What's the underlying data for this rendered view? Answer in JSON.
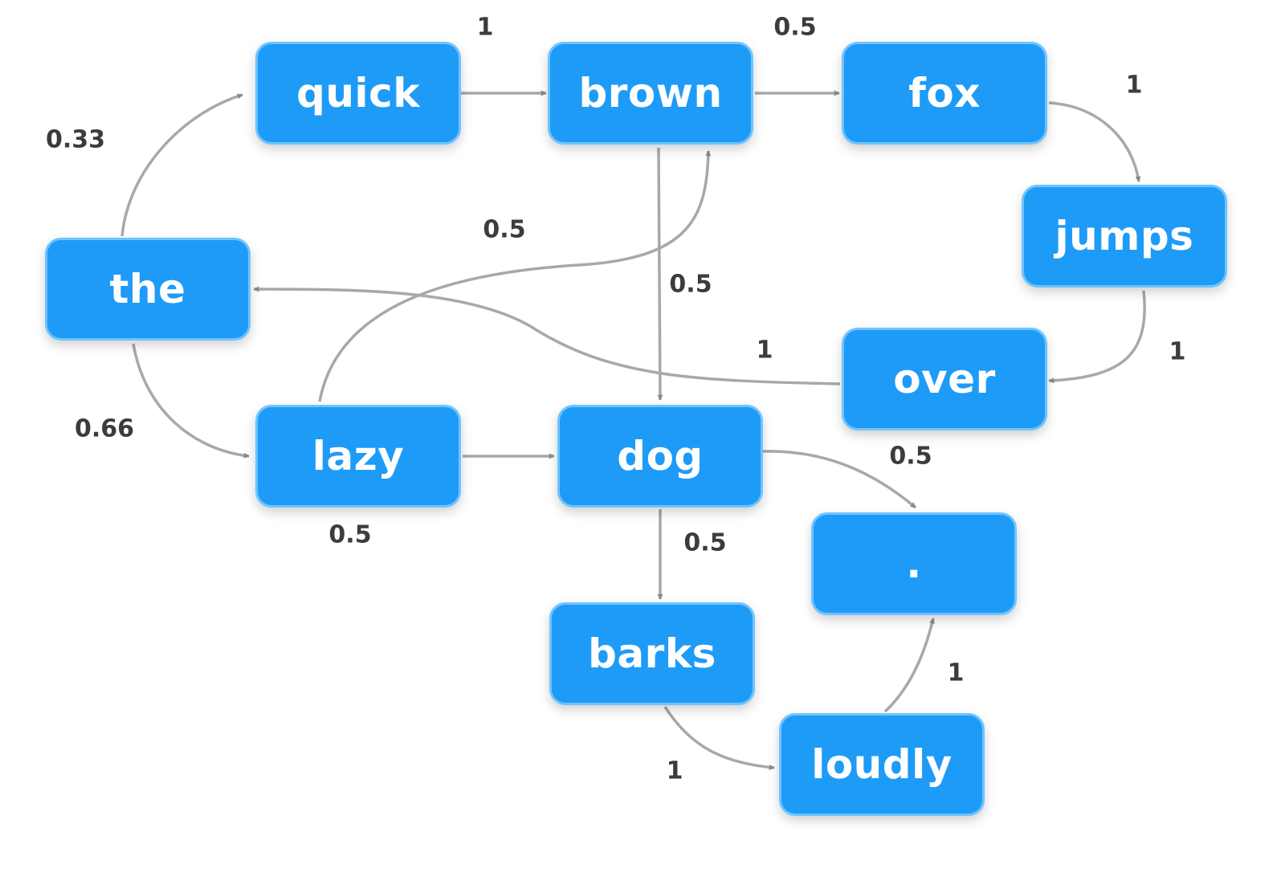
{
  "nodes": {
    "the": "the",
    "quick": "quick",
    "brown": "brown",
    "fox": "fox",
    "jumps": "jumps",
    "over": "over",
    "lazy": "lazy",
    "dog": "dog",
    "period": ".",
    "barks": "barks",
    "loudly": "loudly"
  },
  "edges": [
    {
      "from": "the",
      "to": "quick",
      "weight": "0.33"
    },
    {
      "from": "the",
      "to": "lazy",
      "weight": "0.66"
    },
    {
      "from": "quick",
      "to": "brown",
      "weight": "1"
    },
    {
      "from": "brown",
      "to": "fox",
      "weight": "0.5"
    },
    {
      "from": "brown",
      "to": "dog",
      "weight": "0.5"
    },
    {
      "from": "lazy",
      "to": "brown",
      "weight": "0.5"
    },
    {
      "from": "lazy",
      "to": "dog",
      "weight": "0.5"
    },
    {
      "from": "fox",
      "to": "jumps",
      "weight": "1"
    },
    {
      "from": "jumps",
      "to": "over",
      "weight": "1"
    },
    {
      "from": "over",
      "to": "the",
      "weight": "1"
    },
    {
      "from": "dog",
      "to": "period",
      "weight": "0.5"
    },
    {
      "from": "dog",
      "to": "barks",
      "weight": "0.5"
    },
    {
      "from": "barks",
      "to": "loudly",
      "weight": "1"
    },
    {
      "from": "loudly",
      "to": "period",
      "weight": "1"
    }
  ]
}
